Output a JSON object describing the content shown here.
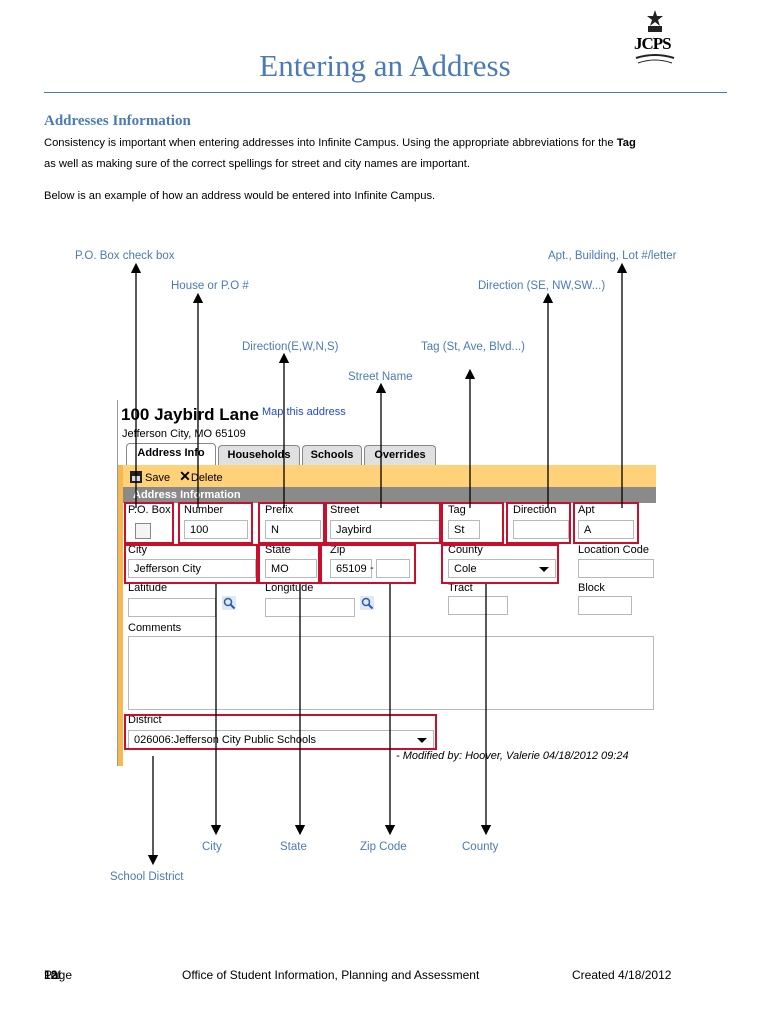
{
  "header": {
    "title": "Entering an Address",
    "logo_text": "JCPS"
  },
  "section": {
    "heading": "Addresses Information",
    "para1_a": "Consistency is important when entering addresses into Infinite Campus.  Using the appropriate abbreviations for the ",
    "para1_bold": "Tag",
    "para1_b": "as well as making sure of the correct spellings for street and city names are important.",
    "para2": "Below is an example of how an address would be entered into Infinite Campus."
  },
  "callouts": {
    "po_box": "P.O. Box check box",
    "house": "House or P.O #",
    "direction_prefix": "Direction(E,W,N,S)",
    "street_name": "Street Name",
    "tag": "Tag (St, Ave, Blvd...)",
    "direction_suffix": "Direction (SE, NW,SW...)",
    "apt": "Apt., Building, Lot #/letter",
    "city": "City",
    "state": "State",
    "zip": "Zip Code",
    "county": "County",
    "district": "School District"
  },
  "screenshot": {
    "address_title": "100 Jaybird Lane",
    "map_link": "Map this address",
    "city_line": "Jefferson City, MO 65109",
    "tabs": [
      "Address Info",
      "Households",
      "Schools",
      "Overrides"
    ],
    "save_label": "Save",
    "delete_label": "Delete",
    "section_title": "Address Information",
    "labels": {
      "po_box": "P.O. Box",
      "number": "Number",
      "prefix": "Prefix",
      "street": "Street",
      "tag": "Tag",
      "direction": "Direction",
      "apt": "Apt",
      "city": "City",
      "state": "State",
      "zip": "Zip",
      "county": "County",
      "location_code": "Location Code",
      "latitude": "Latitude",
      "longitude": "Longitude",
      "tract": "Tract",
      "block": "Block",
      "comments": "Comments",
      "district": "District"
    },
    "values": {
      "number": "100",
      "prefix": "N",
      "street": "Jaybird",
      "tag": "St",
      "direction": "",
      "apt": "A",
      "city": "Jefferson City",
      "state": "MO",
      "zip": "65109",
      "zip_sep": "-",
      "county": "Cole",
      "district": "026006:Jefferson City Public Schools"
    },
    "modified": "- Modified by: Hoover, Valerie 04/18/2012 09:24"
  },
  "footer": {
    "page_prefix": "Page ",
    "page_num": "1",
    "page_of": " of ",
    "page_total": "2",
    "office": "Office of Student Information, Planning and Assessment",
    "created": "Created 4/18/2012"
  },
  "colors": {
    "accent": "#4a7ab8",
    "highlight": "#c8102e",
    "tab_strip": "#ffd27a"
  }
}
